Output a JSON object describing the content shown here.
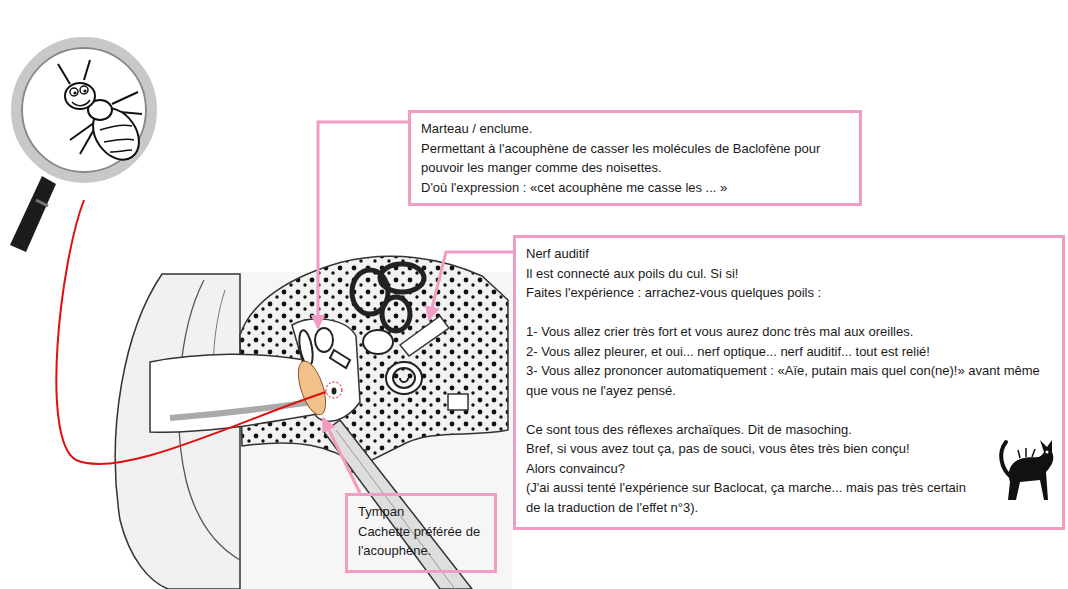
{
  "diagram": {
    "nodes": [
      {
        "text": [
          "Marteau / enclume.",
          "Permettant à l'acouphène de casser les molécules de Baclofène pour pouvoir les manger comme des noisettes.",
          "D'où l'expression : «cet acouphène me casse les ... »"
        ]
      },
      {
        "text": [
          "Nerf auditif",
          "Il est connecté aux poils du cul. Si si!",
          "Faites l'expérience : arrachez-vous quelques poils :",
          "1- Vous allez crier très fort et vous aurez donc très mal aux oreilles.",
          "2- Vous allez pleurer, et oui... nerf optique... nerf auditif... tout est relié!",
          "3- Vous allez prononcer automatiquement : «Aïe, putain mais quel con(ne)!» avant même que vous ne l'ayez pensé.",
          "Ce sont tous des réflexes archaïques. Dit de masoching.",
          "Bref, si vous avez tout ça, pas de souci, vous êtes très bien conçu!",
          "Alors convaincu?",
          "(J'ai aussi tenté l'expérience sur Baclocat, ça marche... mais pas très certain de la traduction de l'effet n°3)."
        ]
      },
      {
        "text": [
          "Tympan",
          "Cachette préférée de l'acouphène."
        ]
      }
    ]
  }
}
